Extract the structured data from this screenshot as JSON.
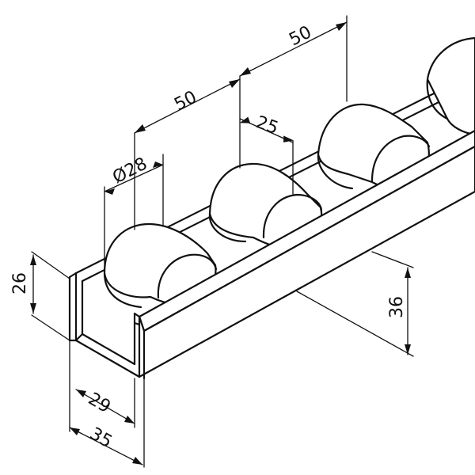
{
  "figure": {
    "description_visible": false,
    "line_color": "#111111",
    "background": "#ffffff"
  },
  "dimensions": {
    "roller_pitch_1": "50",
    "roller_pitch_2": "50",
    "roller_width": "25",
    "roller_diameter": "Ø28",
    "channel_height": "26",
    "total_height": "36",
    "inner_width": "29",
    "outer_width": "35"
  }
}
